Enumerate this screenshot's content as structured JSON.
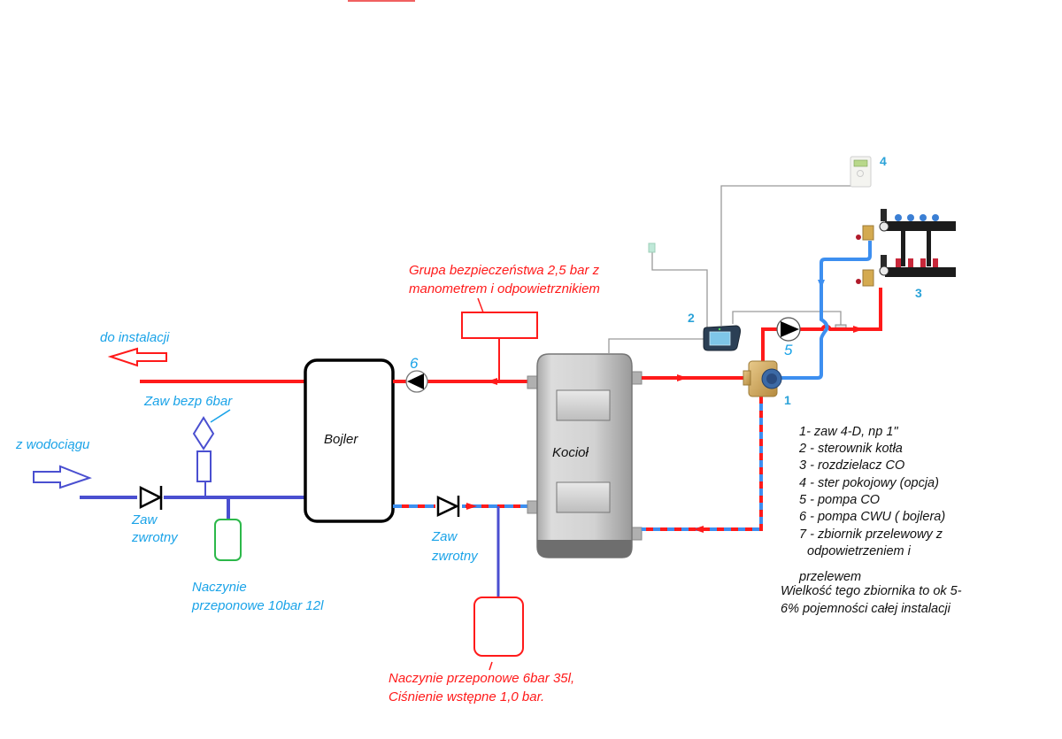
{
  "colors": {
    "hot_pipe": "#ff1a1a",
    "cold_pipe": "#4a4fd0",
    "return_pipe": "#3d8ff0",
    "label_blue": "#1aa3e8",
    "label_red": "#ff1a1a",
    "vessel_green": "#2cb84a",
    "boiler_gray": "#c8c8c8"
  },
  "labels": {
    "do_instalacji": "do instalacji",
    "z_wodociagu": "z wodociągu",
    "zaw_bezp": "Zaw bezp 6bar",
    "zaw_zwrotny_1_line1": "Zaw",
    "zaw_zwrotny_1_line2": "zwrotny",
    "zaw_zwrotny_2_line1": "Zaw",
    "zaw_zwrotny_2_line2": "zwrotny",
    "naczynie_small_line1": "Naczynie",
    "naczynie_small_line2": "przeponowe 10bar 12l",
    "naczynie_big_line1": "Naczynie przeponowe 6bar 35l,",
    "naczynie_big_line2": "Ciśnienie wstępne 1,0 bar.",
    "grupa_line1": "Grupa bezpieczeństwa 2,5 bar z",
    "grupa_line2": "manometrem i odpowietrznikiem",
    "bojler": "Bojler",
    "kociol": "Kocioł"
  },
  "numbers": {
    "n1": "1",
    "n2": "2",
    "n3": "3",
    "n4": "4",
    "n5": "5",
    "n6": "6"
  },
  "legend": {
    "items": [
      "1- zaw 4-D, np 1\"",
      "2 - sterownik kotła",
      "3 - rozdzielacz CO",
      "4 - ster pokojowy (opcja)",
      "5 - pompa CO",
      "6 - pompa CWU ( bojlera)",
      "7 - zbiornik przelewowy z",
      "  odpowietrzeniem i",
      "przelewem"
    ],
    "note_line1": "Wielkość tego zbiornika to ok 5-",
    "note_line2": "6% pojemności całej instalacji"
  }
}
